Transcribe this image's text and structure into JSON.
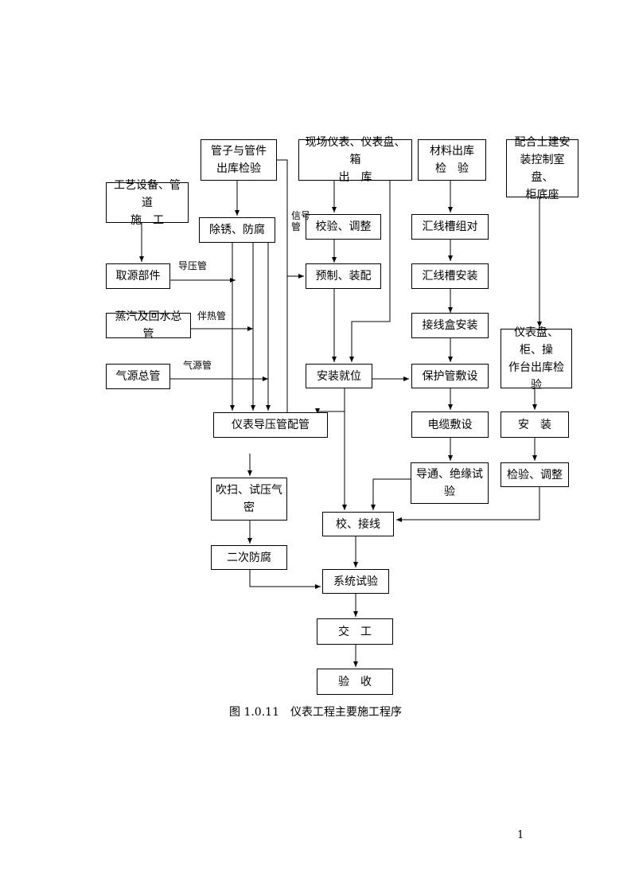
{
  "nodes": {
    "pipe_inspect": "管子与管件\n出库检验",
    "field_instr": "现场仪表、仪表盘、箱\n出　库",
    "material_out": "材料出库\n检　验",
    "civil_coop": "配合土建安\n装控制室盘、\n柜底座",
    "process_equip": "工艺设备、管道\n施　工",
    "derust": "除锈、防腐",
    "calibrate_adjust": "校验、调整",
    "trough_assemble": "汇线槽组对",
    "source_parts": "取源部件",
    "prefab": "预制、装配",
    "trough_install": "汇线槽安装",
    "steam_header": "蒸汽及回水总管",
    "junction_box": "接线盒安装",
    "panel_inspect": "仪表盘、柜、操\n作台出库检\n验",
    "air_header": "气源总管",
    "install_place": "安装就位",
    "conduit_lay": "保护管敷设",
    "impulse_piping": "仪表导压管配管",
    "cable_lay": "电缆敷设",
    "install": "安　装",
    "purge_test": "吹扫、试压气\n密",
    "continuity_test": "导通、绝缘试\n验",
    "inspect_adjust": "检验、调整",
    "wire_connect": "校、接线",
    "second_anticorr": "二次防腐",
    "system_test": "系统试验",
    "handover": "交　工",
    "acceptance": "验　收"
  },
  "line_labels": {
    "signal_pipe": "信号\n管",
    "impulse_pipe": "导压管",
    "tracing_pipe": "伴热管",
    "air_pipe": "气源管"
  },
  "caption": "图 1.0.11　仪表工程主要施工程序",
  "page_number": "1"
}
